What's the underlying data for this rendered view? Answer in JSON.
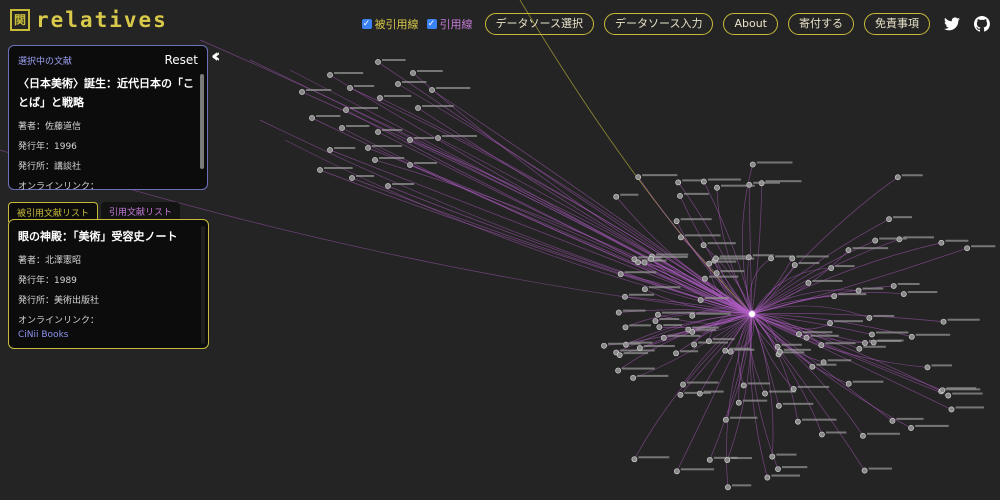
{
  "logo": {
    "mark": "関",
    "text": "relatives"
  },
  "nav": {
    "checkbox_cited": "被引用線",
    "checkbox_citing": "引用線",
    "buttons": [
      "データソース選択",
      "データソース入力",
      "About",
      "寄付する",
      "免責事項"
    ],
    "icons": [
      "twitter-icon",
      "github-icon"
    ]
  },
  "selected": {
    "panel_title": "選択中の文献",
    "reset": "Reset",
    "title": "〈日本美術〉誕生：近代日本の「ことば」と戦略",
    "author": "著者：佐藤道信",
    "year": "発行年：1996",
    "publisher": "発行所：講談社",
    "online": "オンラインリンク："
  },
  "tabs": {
    "cited": "被引用文献リスト",
    "citing": "引用文献リスト"
  },
  "cited_item": {
    "title": "眼の神殿：「美術」受容史ノート",
    "author": "著者：北澤憲昭",
    "year": "発行年：1989",
    "publisher": "発行所：美術出版社",
    "online": "オンラインリンク：",
    "link": "CiNii Books"
  },
  "colors": {
    "accent": "#c8bb3a",
    "citing": "#c57bd8",
    "selected_border": "#6b72b8",
    "background": "#252424"
  }
}
